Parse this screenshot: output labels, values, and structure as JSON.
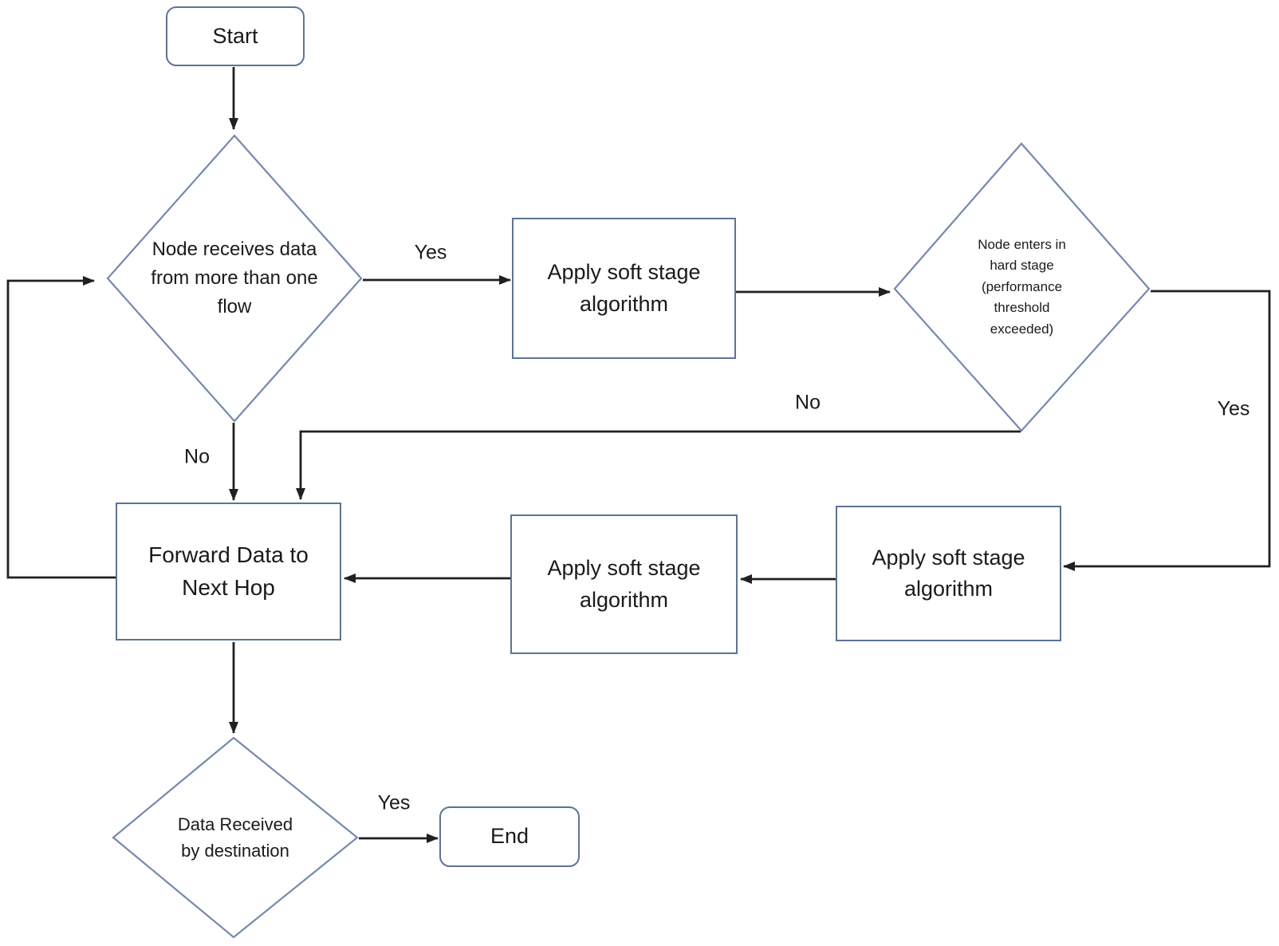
{
  "flowchart": {
    "nodes": {
      "start": {
        "label": "Start"
      },
      "receive_decision": {
        "label": "Node receives data from more than one flow"
      },
      "soft_stage_top": {
        "label": "Apply soft stage algorithm"
      },
      "hard_stage_decision": {
        "label": "Node enters in hard stage (performance threshold exceeded)"
      },
      "soft_stage_right": {
        "label": "Apply soft stage algorithm"
      },
      "soft_stage_mid": {
        "label": "Apply soft stage algorithm"
      },
      "forward_data": {
        "label": "Forward Data to Next Hop"
      },
      "received_decision": {
        "label": "Data Received by destination"
      },
      "end": {
        "label": "End"
      }
    },
    "edge_labels": {
      "yes_receive": "Yes",
      "no_receive": "No",
      "yes_hard": "Yes",
      "no_hard": "No",
      "yes_received": "Yes"
    },
    "colors": {
      "shape_border": "#5c7394",
      "diamond_border": "#7589ad",
      "connector": "#202020",
      "text": "#1a1a1a",
      "background": "#ffffff"
    }
  }
}
